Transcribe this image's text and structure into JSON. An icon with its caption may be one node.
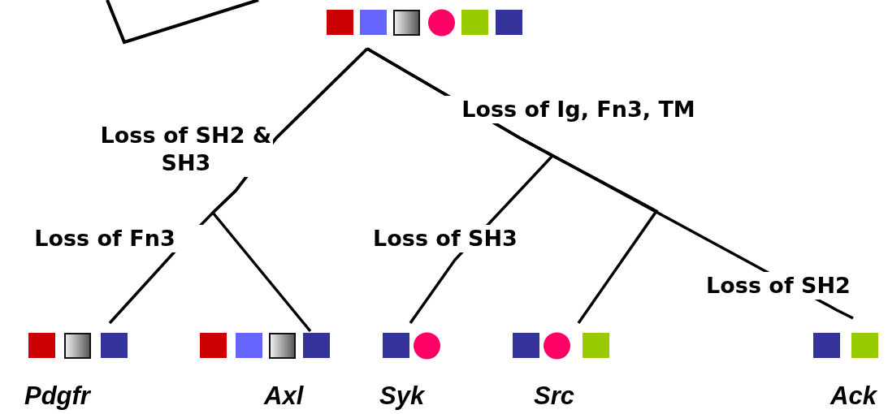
{
  "diagram": {
    "nodes": [
      {
        "text": [],
        "shape": "picture"
      },
      {
        "text": [
          "Pdgfr"
        ]
      },
      {
        "text": [
          "Axl"
        ]
      },
      {
        "text": [
          "Syk"
        ]
      },
      {
        "text": [
          "Src"
        ]
      },
      {
        "text": [
          "Ack"
        ]
      }
    ],
    "edges": [
      {
        "from": 0,
        "to": 1,
        "arrow": "none"
      },
      {
        "from": 0,
        "to": 2,
        "arrow": "none"
      },
      {
        "from": 0,
        "to": 3,
        "arrow": "none"
      },
      {
        "from": 0,
        "to": 4,
        "arrow": "none"
      },
      {
        "from": 0,
        "to": 5,
        "arrow": "none"
      }
    ],
    "labels": [
      "Loss of Ig, Fn3, TM",
      "Loss of SH2 & SH3",
      "Loss of Fn3",
      "Loss of SH3",
      "Loss of SH2"
    ]
  }
}
